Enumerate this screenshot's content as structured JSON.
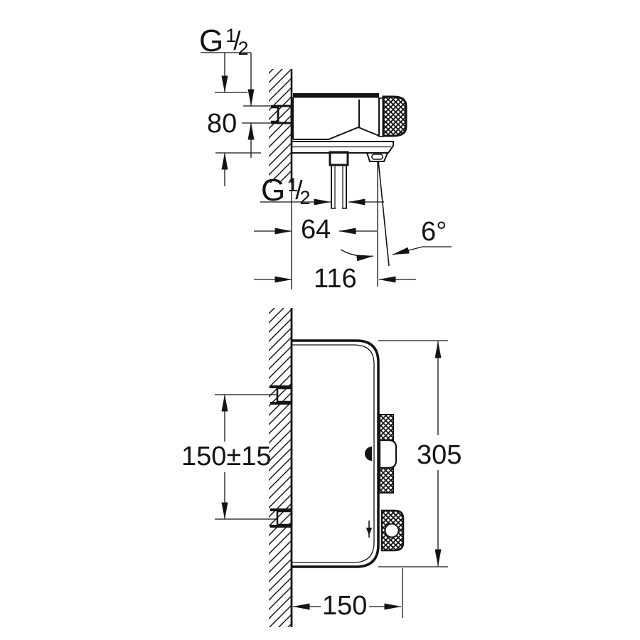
{
  "meta": {
    "background_color": "#ffffff",
    "line_color": "#141414",
    "drawing_type": "technical dimension drawing, wall-mounted thermostatic bath mixer, side view (top) and front/profile view (bottom)"
  },
  "top_view": {
    "thread_label_top": {
      "g": "G",
      "numerator": "1",
      "slash": "/",
      "denominator": "2"
    },
    "dim_inlet_height": "80",
    "thread_label_outlet": {
      "g": "G",
      "numerator": "1",
      "slash": "/",
      "denominator": "2"
    },
    "dim_outlet_offset": "64",
    "spout_angle": "6°",
    "dim_spout_reach": "116"
  },
  "front_view": {
    "dim_inlet_spacing": "150±15",
    "dim_body_height": "305",
    "dim_body_depth": "150"
  }
}
